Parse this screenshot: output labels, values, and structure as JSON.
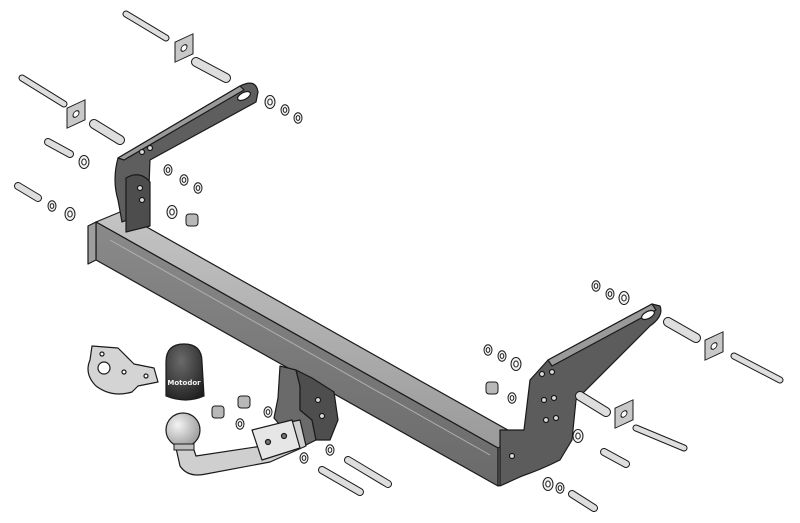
{
  "diagram": {
    "kind": "exploded-parts-drawing",
    "subject": "tow-bar-assembly",
    "ball_cap_brand": "Motodor"
  },
  "colors": {
    "background": "#ffffff",
    "steel_dark": "#5a5a5a",
    "steel_mid": "#8c8c8c",
    "steel_light": "#bdbdbd",
    "outline": "#1a1a1a",
    "fastener": "#d6d6d6",
    "cap": "#3a3a3a"
  }
}
